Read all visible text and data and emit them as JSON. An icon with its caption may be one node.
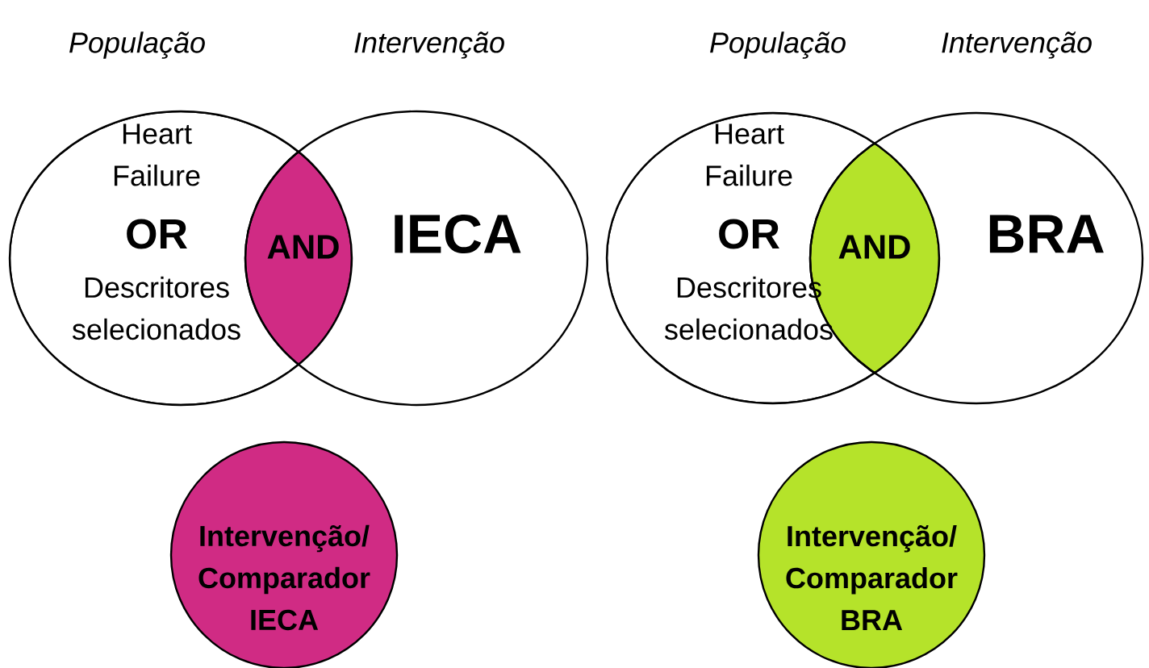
{
  "diagram": {
    "nodes": [
      {
        "text": [
          "Heart Failure",
          "OR",
          "Descritores selecionados"
        ],
        "beside": [
          "População"
        ]
      },
      {
        "text": [
          "AND"
        ]
      },
      {
        "text": [
          "IECA"
        ],
        "beside": [
          "Intervenção"
        ]
      },
      {
        "text": [
          "Heart Failure",
          "OR",
          "Descritores selecionados"
        ],
        "beside": [
          "População"
        ]
      },
      {
        "text": [
          "AND"
        ]
      },
      {
        "text": [
          "BRA"
        ],
        "beside": [
          "Intervenção"
        ]
      },
      {
        "text": [
          "Intervenção/ Comparador IECA"
        ]
      },
      {
        "text": [
          "Intervenção/ Comparador BRA"
        ]
      }
    ]
  }
}
